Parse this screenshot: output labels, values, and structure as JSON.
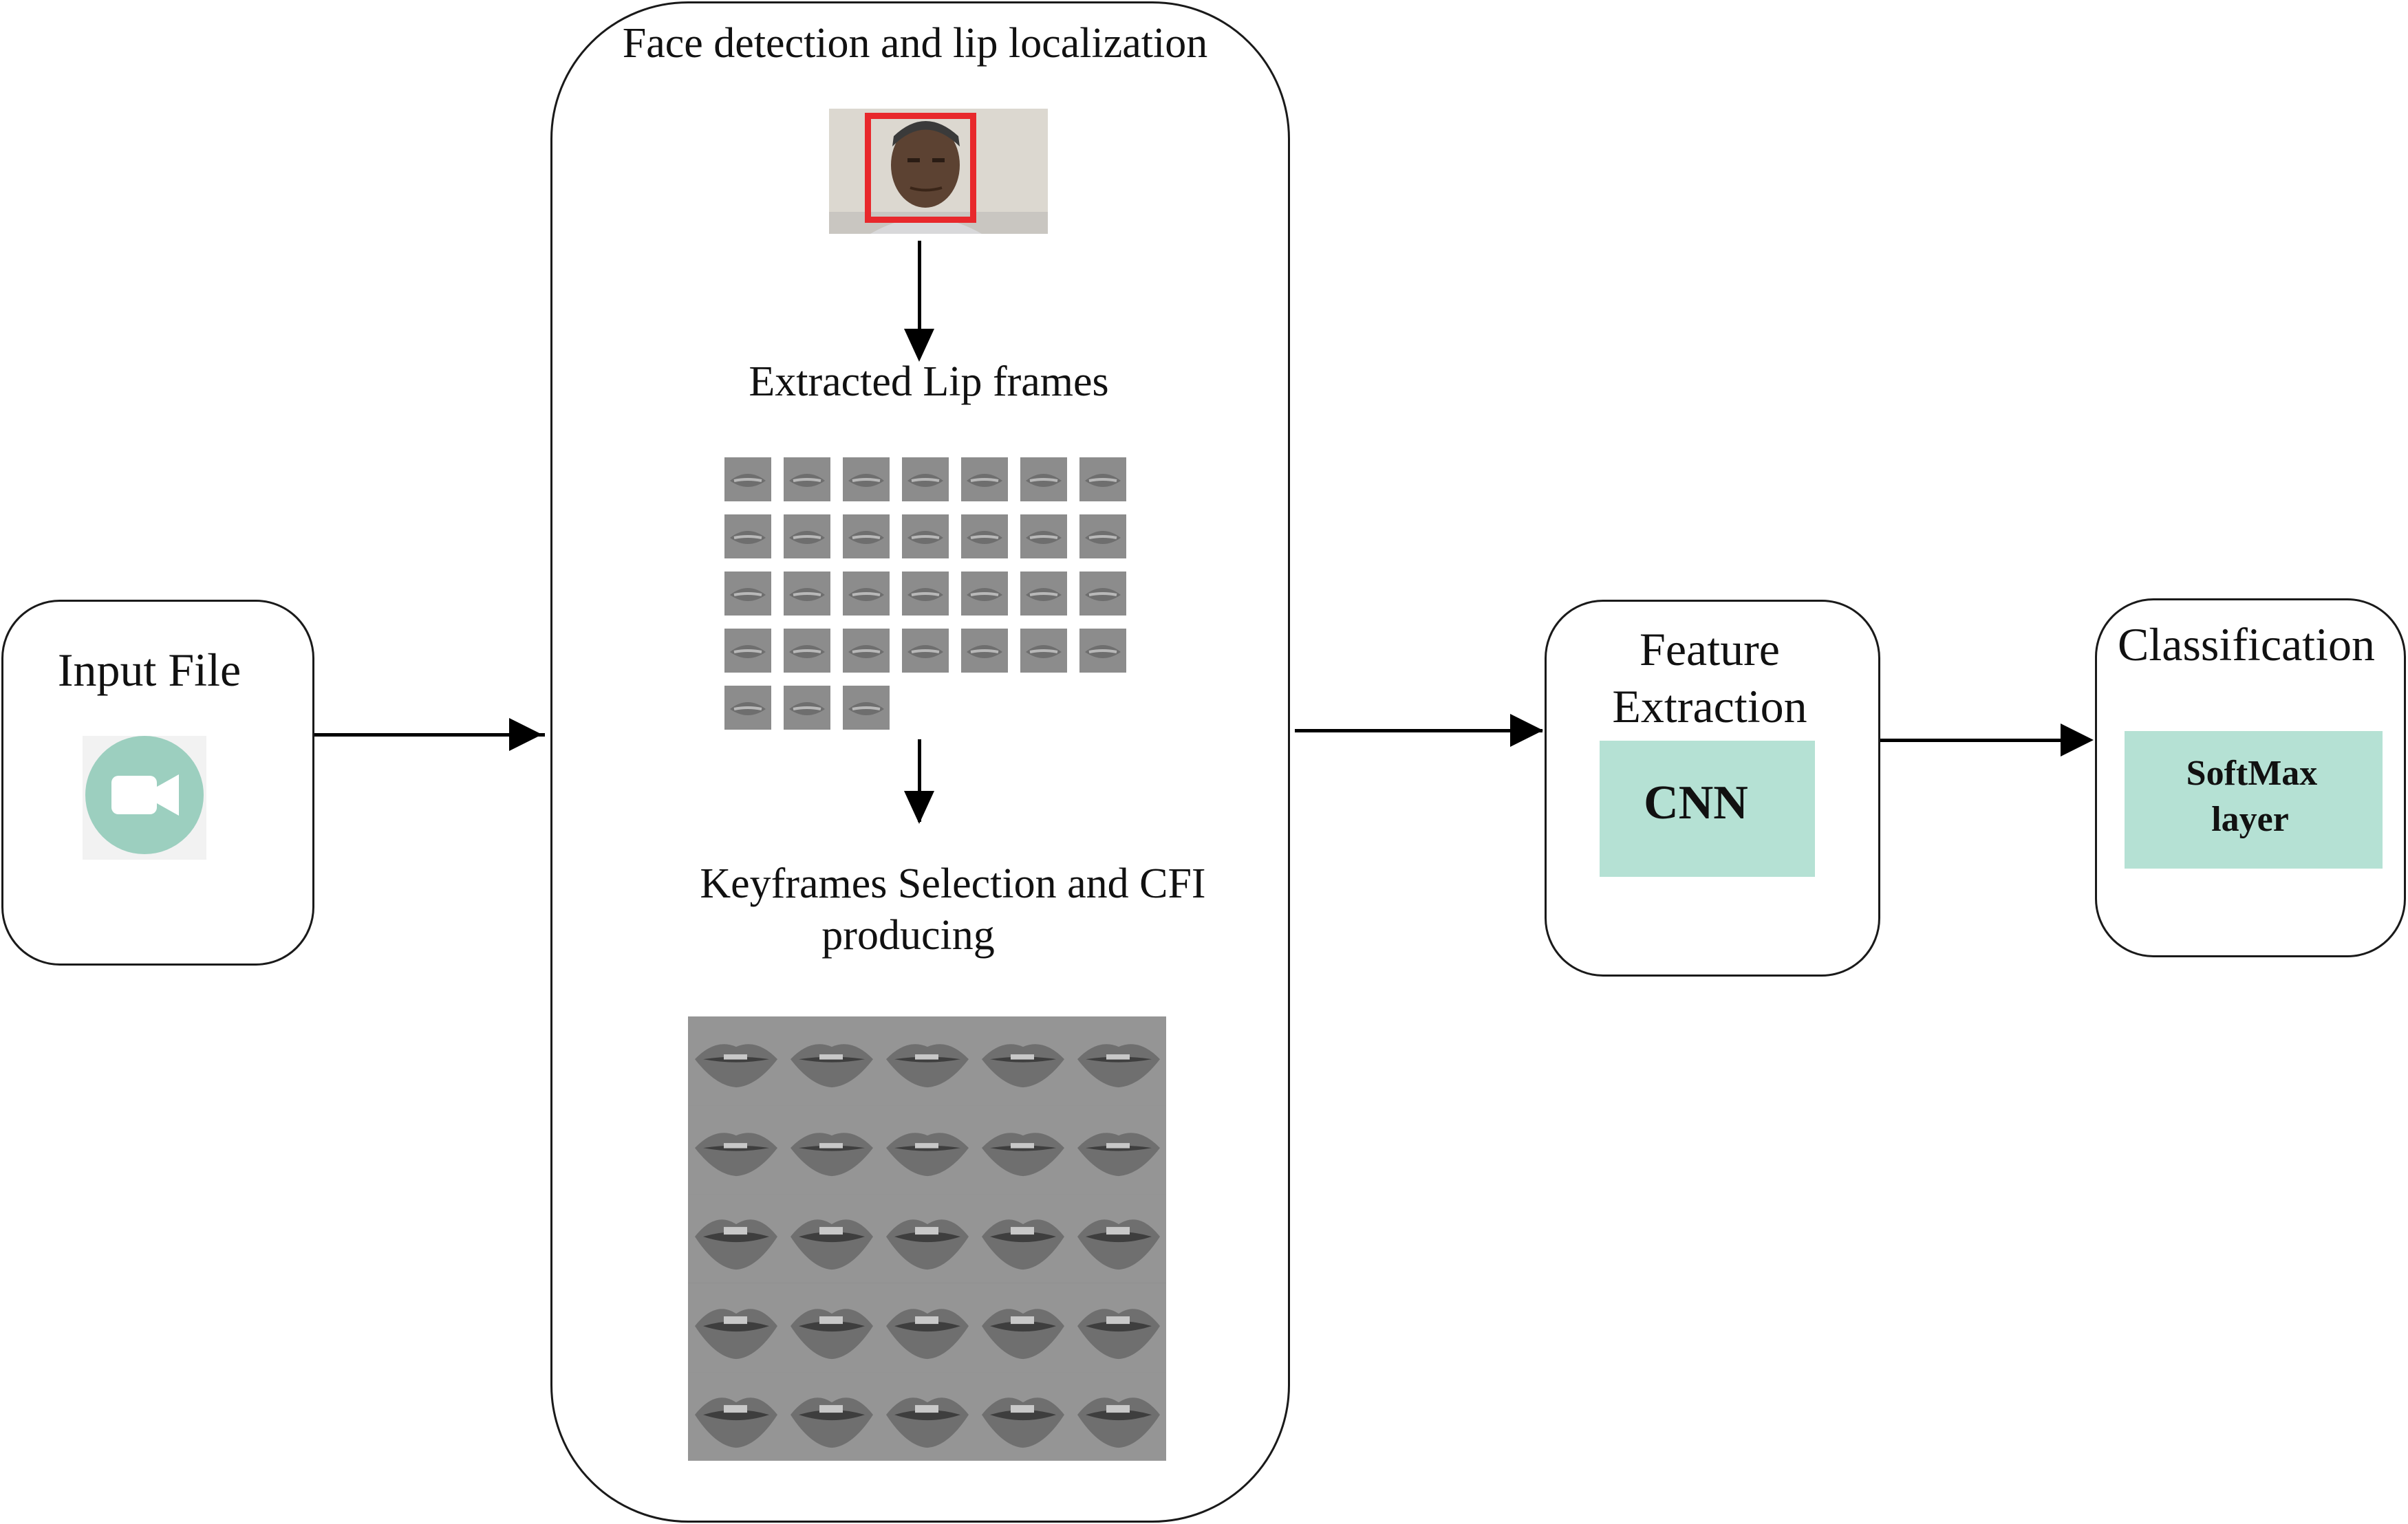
{
  "input": {
    "title": "Input File",
    "icon": "video-camera-icon",
    "icon_color": "#9ccfbf"
  },
  "preprocess": {
    "title": "Face detection and lip localization",
    "face_image": "face-photo",
    "box_color": "#e8282c",
    "lip_frames_label": "Extracted Lip frames",
    "lip_frames_count": 31,
    "keyframes_label_line1": "Keyframes Selection and CFI",
    "keyframes_label_line2": "producing",
    "cfi_grid": "5x5"
  },
  "feature": {
    "title_line1": "Feature",
    "title_line2": "Extraction",
    "block_label": "CNN",
    "block_color": "#b5e1d4"
  },
  "classification": {
    "title": "Classification",
    "block_label_line1": "SoftMax",
    "block_label_line2": "layer",
    "block_color": "#b5e1d4"
  }
}
